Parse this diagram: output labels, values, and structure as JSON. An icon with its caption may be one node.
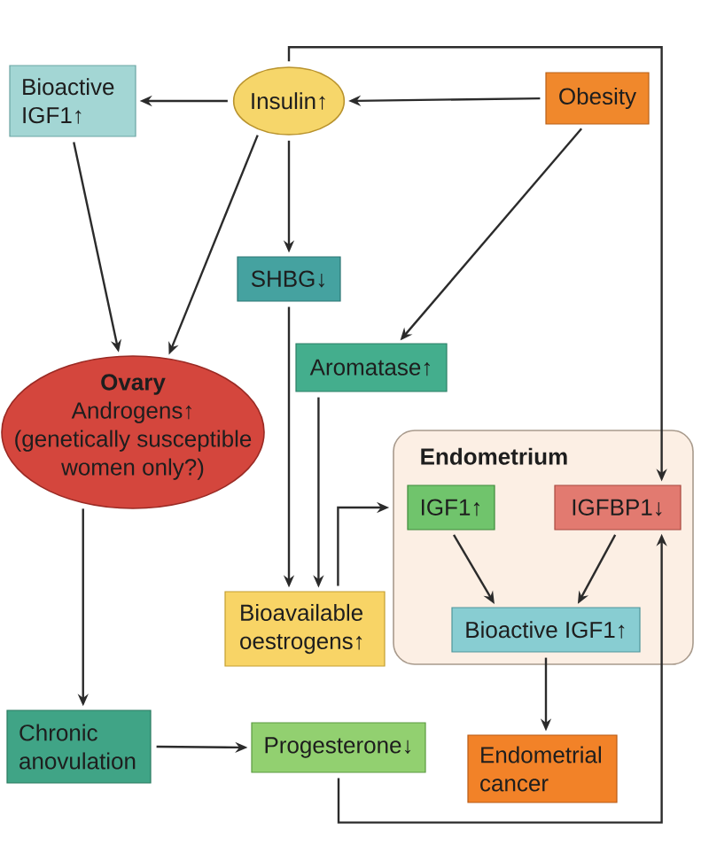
{
  "diagram": {
    "nodes": [
      {
        "text": [
          "Bioactive IGF1↑"
        ]
      },
      {
        "text": [
          "Insulin↑"
        ]
      },
      {
        "text": [
          "Obesity"
        ]
      },
      {
        "text": [
          "SHBG↓"
        ]
      },
      {
        "text": [
          "Ovary",
          "Androgens↑",
          "(genetically susceptible women only?)"
        ]
      },
      {
        "text": [
          "Aromatase↑"
        ]
      },
      {
        "text": [
          "Endometrium"
        ]
      },
      {
        "text": [
          "IGF1↑"
        ],
        "in": 6
      },
      {
        "text": [
          "IGFBP1↓"
        ],
        "in": 6
      },
      {
        "text": [
          "Bioactive IGF1↑"
        ],
        "in": 6
      },
      {
        "text": [
          "Bioavailable oestrogens↑"
        ]
      },
      {
        "text": [
          "Chronic anovulation"
        ]
      },
      {
        "text": [
          "Progesterone↓"
        ]
      },
      {
        "text": [
          "Endometrial cancer"
        ]
      }
    ],
    "edges": [
      {
        "from": 1,
        "to": 0,
        "arrow": "to"
      },
      {
        "from": 2,
        "to": 1,
        "arrow": "to"
      },
      {
        "from": 0,
        "to": 4,
        "arrow": "to"
      },
      {
        "from": 1,
        "to": 4,
        "arrow": "to"
      },
      {
        "from": 1,
        "to": 3,
        "arrow": "to"
      },
      {
        "from": 2,
        "to": 5,
        "arrow": "to"
      },
      {
        "from": 1,
        "to": 8,
        "arrow": "to"
      },
      {
        "from": 3,
        "to": 10,
        "arrow": "to"
      },
      {
        "from": 5,
        "to": 10,
        "arrow": "to"
      },
      {
        "from": 10,
        "to": 6,
        "arrow": "to"
      },
      {
        "from": 7,
        "to": 9,
        "arrow": "to"
      },
      {
        "from": 8,
        "to": 9,
        "arrow": "to"
      },
      {
        "from": 4,
        "to": 11,
        "arrow": "to"
      },
      {
        "from": 11,
        "to": 12,
        "arrow": "to"
      },
      {
        "from": 12,
        "to": 8,
        "arrow": "to"
      },
      {
        "from": 9,
        "to": 13,
        "arrow": "to"
      }
    ]
  }
}
